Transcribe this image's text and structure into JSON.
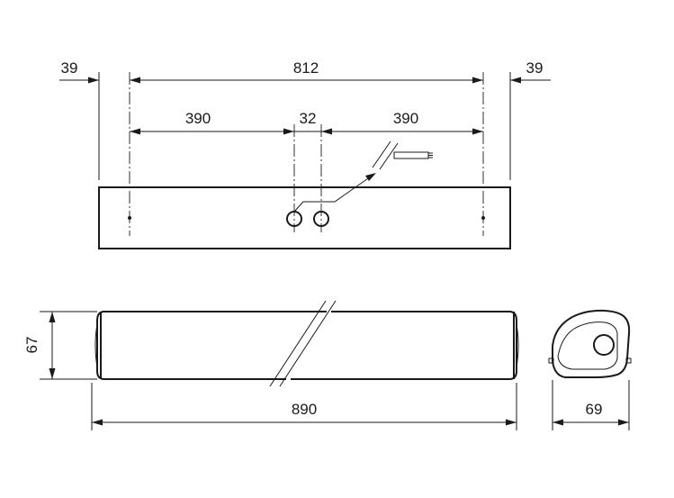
{
  "dimensions": {
    "left_margin": "39",
    "mount_spacing": "812",
    "right_margin": "39",
    "left_half": "390",
    "center_gap": "32",
    "right_half": "390",
    "body_height": "67",
    "body_length": "890",
    "body_width": "69"
  }
}
